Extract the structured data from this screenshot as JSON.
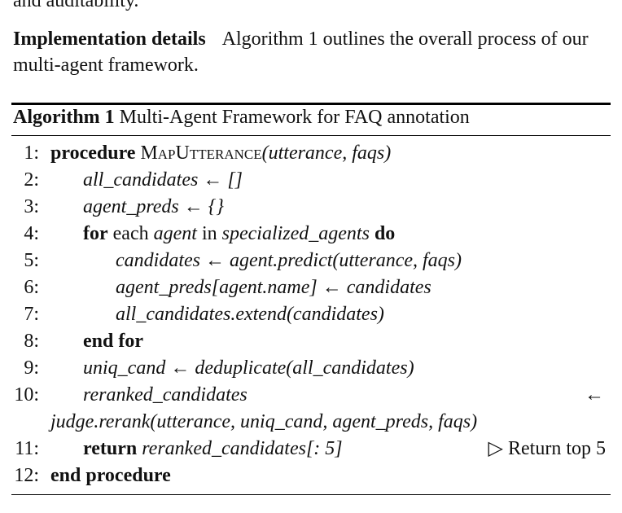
{
  "cut_text": "and auditability.",
  "paragraph": {
    "heading": "Implementation details",
    "text": "Algorithm 1 outlines the overall process of our multi-agent framework."
  },
  "algorithm": {
    "label": "Algorithm 1",
    "title": "Multi-Agent Framework for FAQ annotation",
    "lines": [
      {
        "n": "1:",
        "kw": "procedure",
        "name": "MapUtterance",
        "args": "(utterance, faqs)"
      },
      {
        "n": "2:",
        "code": "all_candidates ← []"
      },
      {
        "n": "3:",
        "code": "agent_preds ← {}"
      },
      {
        "n": "4:",
        "kw": "for",
        "pre": "each",
        "var": "agent",
        "mid": "in",
        "coll": "specialized_agents",
        "kw2": "do"
      },
      {
        "n": "5:",
        "code": "candidates ← agent.predict(utterance, faqs)"
      },
      {
        "n": "6:",
        "code": "agent_preds[agent.name] ← candidates"
      },
      {
        "n": "7:",
        "code": "all_candidates.extend(candidates)"
      },
      {
        "n": "8:",
        "kw": "end for"
      },
      {
        "n": "9:",
        "code": "uniq_cand ← deduplicate(all_candidates)"
      },
      {
        "n": "10:",
        "code": "reranked_candidates",
        "arrow": "←"
      },
      {
        "code": "judge.rerank(utterance, uniq_cand, agent_preds, faqs)"
      },
      {
        "n": "11:",
        "kw": "return",
        "code": "reranked_candidates[: 5]",
        "comment": "▷ Return top 5"
      },
      {
        "n": "12:",
        "kw": "end procedure"
      }
    ]
  }
}
